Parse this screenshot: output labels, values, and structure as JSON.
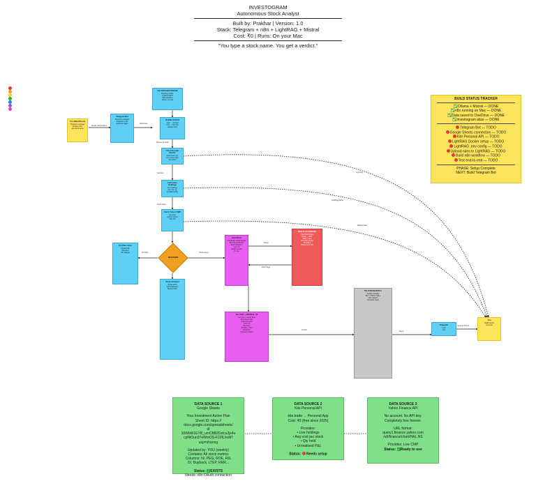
{
  "header": {
    "title": "INVESTOGRAM",
    "subtitle": "Autonomous Stock Analyst",
    "built_by": "Built by: Prakhar | Version: 1.0",
    "stack": "Stack: Telegram + n8n + LightRAG + Mistral",
    "cost": "Cost: ₹0 | Runs: On your Mac",
    "tagline": "\"You type a stock name. You get a verdict.\""
  },
  "palette": [
    "#e03b3b",
    "#f0a020",
    "#f5d90a",
    "#2faa3a",
    "#2f7de0",
    "#9a4fe0",
    "#e040b0"
  ],
  "tracker": {
    "title": "BUILD STATUS TRACKER",
    "done": [
      "Ollama + Mistral — DONE",
      "n8n running on Mac — DONE",
      "Data saved to OneDrive — DONE",
      "investogram alias — DONE"
    ],
    "todo": [
      "Telegram Bot — TODO",
      "Google Sheets connection — TODO",
      "Kite Personal API — TODO",
      "LightRAG Docker setup — TODO",
      "LightRAG .env config — TODO",
      "Upload rules to LightRAG — TODO",
      "Build n8n workflow — TODO",
      "Test end-to-end — TODO"
    ],
    "phase": "PHASE: Setup Complete",
    "next": "NEXT: Build Telegram Bot"
  },
  "data_sources": [
    {
      "title": "DATA SOURCE 1",
      "name": "Google Sheets",
      "lines": [
        "Your Investment Action Plan",
        "Sheet ID: https://",
        "docs.google.com/spreadsheets/",
        "d/",
        "10WbW1EYB_umCBB2Dzlcu2jx4u",
        "cpNtOun37eWmOS-F22fL/edit?",
        "usp=sharing"
      ],
      "extra": [
        "Updated by: YOU (weekly)",
        "Contains: All stock metrics",
        "Columns: N/, PEG, ROE, FIIL",
        "DI, Buyback, LTEP, RRR..."
      ],
      "status_label": "Status:",
      "status": "EXISTS",
      "status_note": "Needs: n8n OAuth connection"
    },
    {
      "title": "DATA SOURCE 2",
      "name": "Kite Personal API",
      "lines": [
        "kite.trade → Personal App",
        "Cost: ₹0 (free since 2025)"
      ],
      "provides_label": "Provides:",
      "provides": [
        "• Live holdings",
        "• Avg cost per stock",
        "• Qty held",
        "• Unrealised P&L"
      ],
      "status_label": "Status:",
      "status": "Needs setup"
    },
    {
      "title": "DATA SOURCE 3",
      "name": "Yahoo Finance API",
      "lines": [
        "No account. No API key.",
        "Completely free forever."
      ],
      "url_label": "URL format:",
      "url": [
        "query1.finance.yahoo.com",
        "/v8/finance/chart/HAL.NS"
      ],
      "provides": "Provides: Live CMP",
      "status_label": "Status:",
      "status": "Ready to use"
    }
  ],
  "flow": {
    "nodes": [
      {
        "title": "You (Mac/Phone)",
        "body": "Telegram message\n\"Analyse HAL\"\ntype stock name"
      },
      {
        "title": "Telegram Bot",
        "body": "Receives message\nforwards to n8n\nwebhook trigger"
      },
      {
        "title": "n8n ORCHESTRATOR",
        "body": "Running on Mac\nlocalhost:5678\nMain workflow\nStatus: not built"
      },
      {
        "title": "PARSE STOCK",
        "body": "Input → Symbol\nHAL → HAL.NS\nvalidate ticker"
      },
      {
        "title": "Fetch Google Sheets",
        "body": "Read stock row\nfrom action plan\nall metrics"
      },
      {
        "title": "Fetch Kite Holdings",
        "body": "Live holdings\navg cost, qty\nunrealised P&L"
      },
      {
        "title": "Fetch Yahoo CMP",
        "body": "Live price\nquery1 finance\nHAL.NS"
      },
      {
        "title": "LIGHTRAG",
        "body": "Knowledge Graph Engine\nRunning on Docker\nRules uploaded\nCost: ₹0\nGraph retrieval\nof rules"
      },
      {
        "title": "RED FLAG ENGINE",
        "body": "Hard Stop Rules\nIf fails → EXIT\nDebt > limit\nPromoter pledge\nFII selling\nCheck every rule"
      },
      {
        "title": "OLLAMA + MISTRAL 7B",
        "body": "Your Free Local AI Brain\nRunning on Mac\nlocalhost:11434\nCost: ₹0\nReceives:\nAll data + rules\nProduces:\nComplete Verdict"
      },
      {
        "title": "TELEGRAM REPLY",
        "body": "Verdict message\nBUY / HOLD / SELL\nwith reasons\nformatted report"
      },
      {
        "title": "Telegram",
        "body": "reply\nsent"
      },
      {
        "title": "You",
        "body": "Read verdict\non phone"
      },
      {
        "title": "Portfolio View",
        "body": "Overall P&L\nAllocation\nAll holdings"
      },
      {
        "title": "Stock Analysis",
        "body": "Single stock\nFull breakdown\nMetrics table"
      }
    ],
    "decision": "DECISION",
    "labels": [
      "Sends Stock Name",
      "Webhook",
      "Parses Symbol",
      "Fetches",
      "Fetch Data",
      "Analyse",
      "Stock Query",
      "Portfolio",
      "Rules",
      "Rules Applied",
      "Red Flags",
      "Verdict",
      "Reply",
      "Send to Phone",
      "Log Only",
      "Holdings Data",
      "Market Data"
    ]
  }
}
